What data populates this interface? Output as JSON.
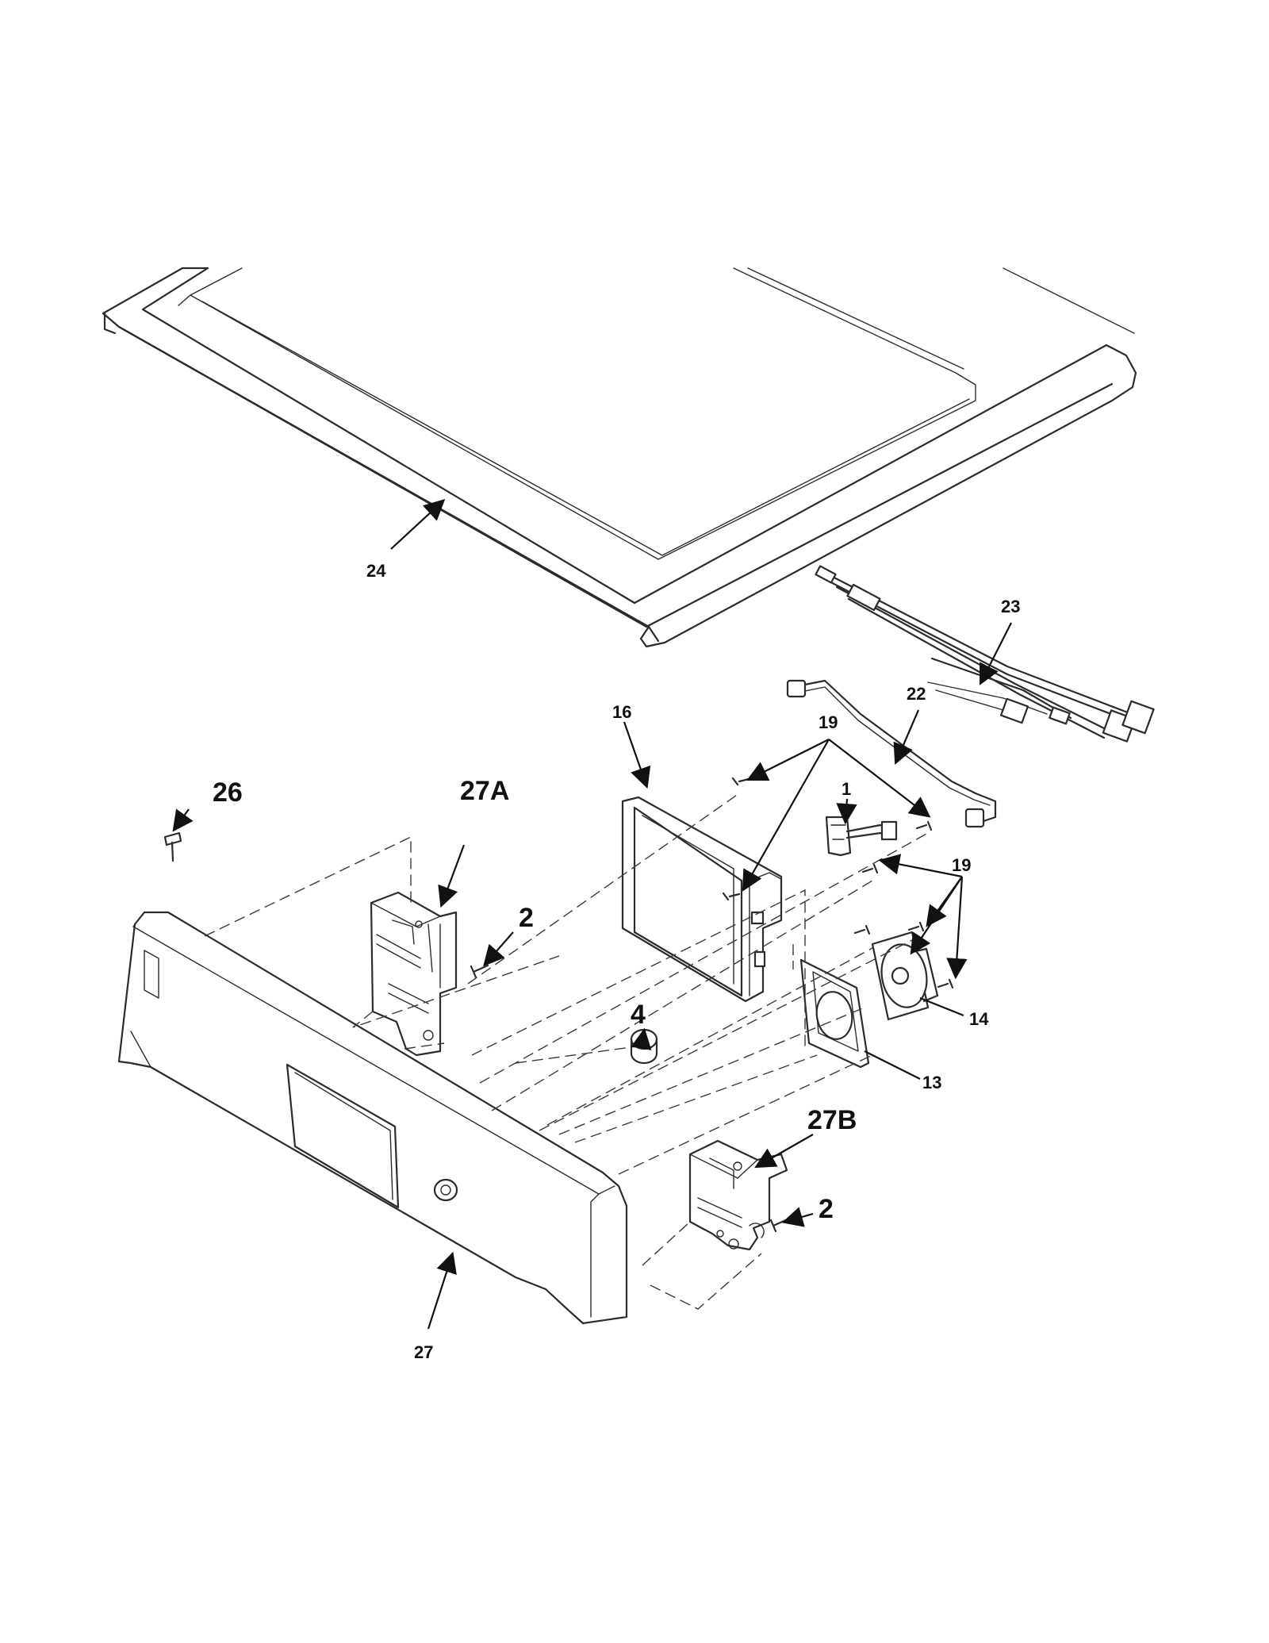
{
  "callouts": {
    "c1": "1",
    "c2a": "2",
    "c2b": "2",
    "c4": "4",
    "c13": "13",
    "c14": "14",
    "c16": "16",
    "c19a": "19",
    "c19b": "19",
    "c22": "22",
    "c23": "23",
    "c24": "24",
    "c26": "26",
    "c27": "27",
    "c27a": "27A",
    "c27b": "27B"
  },
  "colors": {
    "line": "#2b2b2b",
    "background": "#ffffff"
  }
}
